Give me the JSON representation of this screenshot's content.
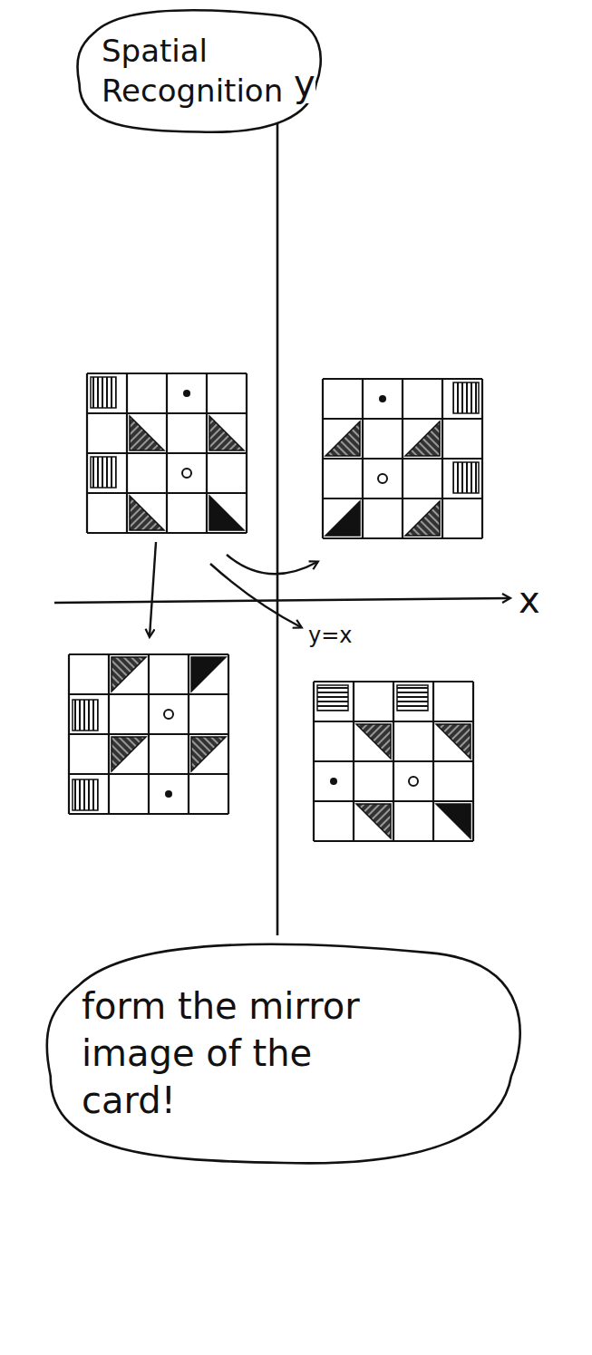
{
  "diagram": {
    "nodes": [
      {
        "text": [
          "Spatial Recognition"
        ]
      },
      {
        "text": [
          "form the mirror image of the card!"
        ]
      }
    ],
    "labels": [
      "y",
      "x",
      "y=x"
    ]
  }
}
